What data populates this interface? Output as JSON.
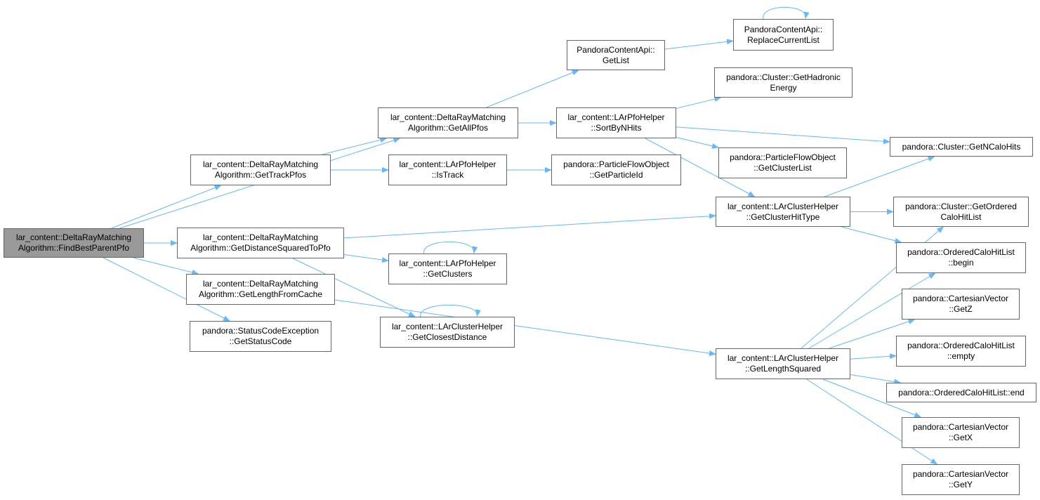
{
  "colors": {
    "edge": "#63b8ff",
    "node_border": "#666666",
    "root_fill": "#999999"
  },
  "nodes": [
    {
      "id": "n1",
      "lines": [
        "lar_content::DeltaRayMatching",
        "Algorithm::FindBestParentPfo"
      ],
      "root": true
    },
    {
      "id": "n2",
      "lines": [
        "lar_content::DeltaRayMatching",
        "Algorithm::GetAllPfos"
      ]
    },
    {
      "id": "n3",
      "lines": [
        "PandoraContentApi::",
        "GetList"
      ]
    },
    {
      "id": "n4",
      "lines": [
        "PandoraContentApi::",
        "ReplaceCurrentList"
      ]
    },
    {
      "id": "n5",
      "lines": [
        "lar_content::LArPfoHelper",
        "::SortByNHits"
      ]
    },
    {
      "id": "n6",
      "lines": [
        "pandora::Cluster::GetHadronic",
        "Energy"
      ]
    },
    {
      "id": "n7",
      "lines": [
        "pandora::Cluster::GetNCaloHits"
      ]
    },
    {
      "id": "n8",
      "lines": [
        "pandora::ParticleFlowObject",
        "::GetClusterList"
      ]
    },
    {
      "id": "n9",
      "lines": [
        "lar_content::LArClusterHelper",
        "::GetClusterHitType"
      ]
    },
    {
      "id": "n10",
      "lines": [
        "pandora::Cluster::GetOrdered",
        "CaloHitList"
      ]
    },
    {
      "id": "n11",
      "lines": [
        "pandora::OrderedCaloHitList",
        "::begin"
      ]
    },
    {
      "id": "n12",
      "lines": [
        "lar_content::DeltaRayMatching",
        "Algorithm::GetTrackPfos"
      ]
    },
    {
      "id": "n13",
      "lines": [
        "lar_content::LArPfoHelper",
        "::IsTrack"
      ]
    },
    {
      "id": "n14",
      "lines": [
        "pandora::ParticleFlowObject",
        "::GetParticleId"
      ]
    },
    {
      "id": "n15",
      "lines": [
        "lar_content::DeltaRayMatching",
        "Algorithm::GetDistanceSquaredToPfo"
      ]
    },
    {
      "id": "n16",
      "lines": [
        "lar_content::LArPfoHelper",
        "::GetClusters"
      ]
    },
    {
      "id": "n17",
      "lines": [
        "lar_content::LArClusterHelper",
        "::GetClosestDistance"
      ]
    },
    {
      "id": "n18",
      "lines": [
        "lar_content::DeltaRayMatching",
        "Algorithm::GetLengthFromCache"
      ]
    },
    {
      "id": "n19",
      "lines": [
        "lar_content::LArClusterHelper",
        "::GetLengthSquared"
      ]
    },
    {
      "id": "n20",
      "lines": [
        "pandora::StatusCodeException",
        "::GetStatusCode"
      ]
    },
    {
      "id": "n21",
      "lines": [
        "pandora::CartesianVector",
        "::GetZ"
      ]
    },
    {
      "id": "n22",
      "lines": [
        "pandora::OrderedCaloHitList",
        "::empty"
      ]
    },
    {
      "id": "n23",
      "lines": [
        "pandora::OrderedCaloHitList::end"
      ]
    },
    {
      "id": "n24",
      "lines": [
        "pandora::CartesianVector",
        "::GetX"
      ]
    },
    {
      "id": "n25",
      "lines": [
        "pandora::CartesianVector",
        "::GetY"
      ]
    }
  ],
  "edges": [
    [
      "n1",
      "n2"
    ],
    [
      "n1",
      "n12"
    ],
    [
      "n1",
      "n15"
    ],
    [
      "n1",
      "n18"
    ],
    [
      "n1",
      "n20"
    ],
    [
      "n2",
      "n3"
    ],
    [
      "n2",
      "n5"
    ],
    [
      "n3",
      "n4"
    ],
    [
      "n4",
      "n4"
    ],
    [
      "n5",
      "n6"
    ],
    [
      "n5",
      "n7"
    ],
    [
      "n5",
      "n8"
    ],
    [
      "n5",
      "n9"
    ],
    [
      "n9",
      "n7"
    ],
    [
      "n9",
      "n10"
    ],
    [
      "n9",
      "n11"
    ],
    [
      "n12",
      "n2"
    ],
    [
      "n12",
      "n13"
    ],
    [
      "n13",
      "n14"
    ],
    [
      "n15",
      "n9"
    ],
    [
      "n15",
      "n16"
    ],
    [
      "n15",
      "n17"
    ],
    [
      "n16",
      "n16"
    ],
    [
      "n17",
      "n17"
    ],
    [
      "n18",
      "n19"
    ],
    [
      "n19",
      "n10"
    ],
    [
      "n19",
      "n11"
    ],
    [
      "n19",
      "n21"
    ],
    [
      "n19",
      "n22"
    ],
    [
      "n19",
      "n23"
    ],
    [
      "n19",
      "n24"
    ],
    [
      "n19",
      "n25"
    ]
  ]
}
